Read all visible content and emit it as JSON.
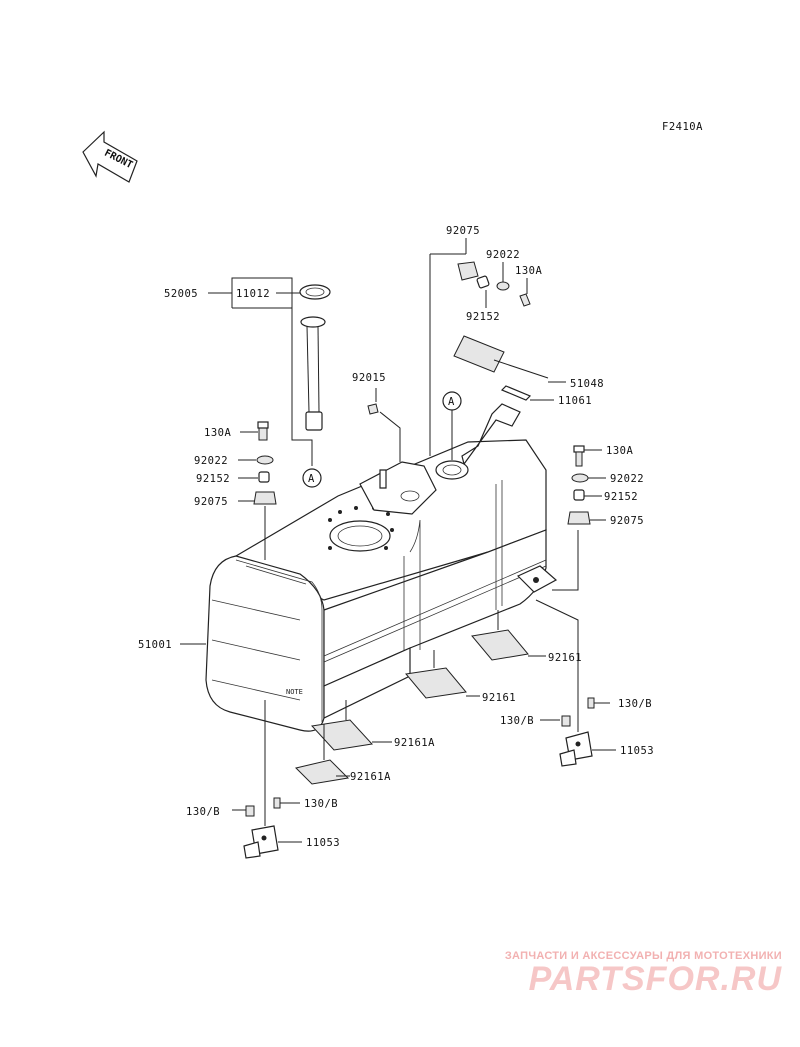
{
  "figure_code": "F2410A",
  "front_label": "FRONT",
  "circle_label": "A",
  "part_labels": {
    "p52005": "52005",
    "p11012": "11012",
    "p92015": "92015",
    "p130A_left": "130A",
    "p92022_left": "92022",
    "p92152_left": "92152",
    "p92075_left": "92075",
    "p51001": "51001",
    "p92075_top": "92075",
    "p92022_top": "92022",
    "p130A_top": "130A",
    "p92152_top": "92152",
    "p51048": "51048",
    "p11061": "11061",
    "p130A_right": "130A",
    "p92022_right": "92022",
    "p92152_right": "92152",
    "p92075_right": "92075",
    "p92161_a": "92161",
    "p92161_b": "92161",
    "p92161A_a": "92161A",
    "p92161A_b": "92161A",
    "p130B_r1": "130/B",
    "p130B_r2": "130/B",
    "p11053_right": "11053",
    "p130B_l1": "130/B",
    "p130B_l2": "130/B",
    "p11053_left": "11053"
  },
  "watermark": {
    "subtitle": "ЗАПЧАСТИ И АКСЕССУАРЫ ДЛЯ МОТОТЕХНИКИ",
    "brand": "PARTSFOR.RU",
    "color": "#f6c7c7"
  }
}
